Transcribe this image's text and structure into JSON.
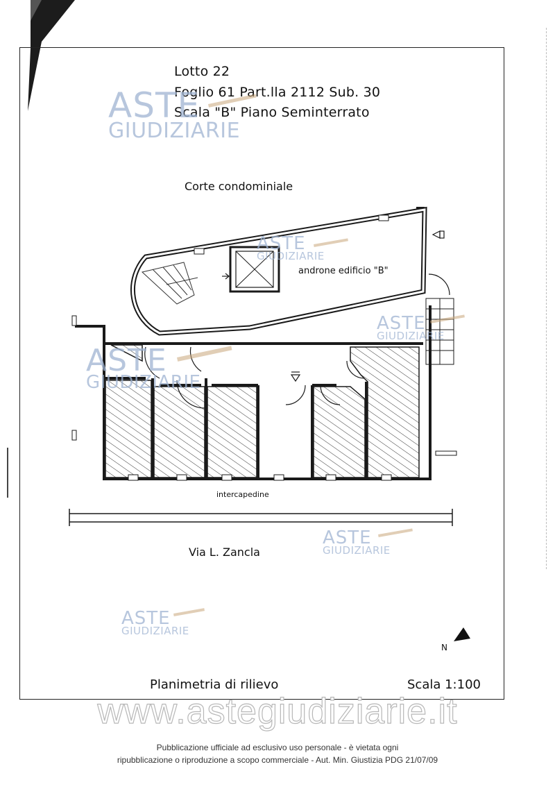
{
  "header": {
    "line1": "Lotto 22",
    "line2": "Foglio 61   Part.lla 2112   Sub. 30",
    "line3": "Scala \"B\"   Piano Seminterrato"
  },
  "labels": {
    "courtyard": "Corte condominiale",
    "lobby": "androne edificio \"B\"",
    "cavity": "intercapedine",
    "street": "Via L. Zancla",
    "north": "N"
  },
  "footer_block": {
    "title": "Planimetria di rilievo",
    "scale": "Scala 1:100"
  },
  "watermark": {
    "brand_top": "ASTE",
    "brand_bottom": "GIUDIZIARIE",
    "site": "www.astegiudiziarie.it"
  },
  "legal": {
    "line1": "Pubblicazione ufficiale ad esclusivo uso personale - è vietata ogni",
    "line2": "ripubblicazione o riproduzione a scopo commerciale - Aut. Min. Giustizia PDG 21/07/09"
  },
  "colors": {
    "ink": "#1a1a1a",
    "watermark": "#9fb4d2",
    "hatch": "#333333"
  }
}
